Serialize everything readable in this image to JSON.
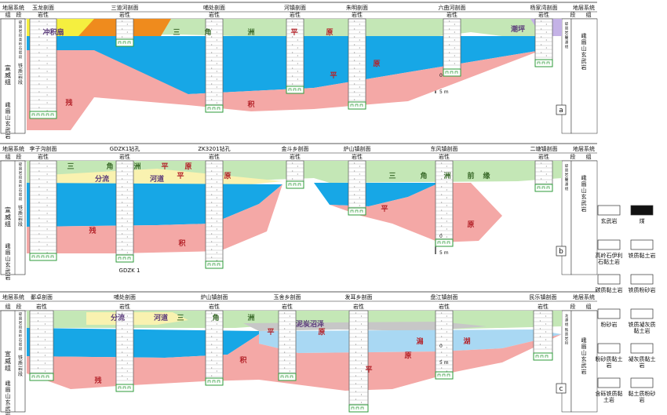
{
  "panels": [
    {
      "id": "a",
      "label": "a",
      "system_header": "地层系统",
      "duan_header": "段",
      "zu_header": "组",
      "lith_header": "岩性",
      "sections": [
        "玉龙剖面",
        "三道河剖面",
        "哺处剖面",
        "河镇剖面",
        "朱明剖面",
        "六曲河剖面",
        "杨家湾剖面"
      ],
      "formation_left": "宣威组",
      "formation_left_members": [
        "碎屑岩段",
        "高岭石岩段",
        "铁质岩段"
      ],
      "emeishan_left": "峨眉山玄武岩",
      "right_members": [
        "碎屑岩段",
        "龙潭组"
      ],
      "emeishan_right": "峨眉山玄武岩",
      "facies_words": [
        "冲积扇",
        "三",
        "角",
        "洲",
        "平",
        "原",
        "残",
        "积",
        "平",
        "原",
        "潮坪"
      ]
    },
    {
      "id": "b",
      "label": "b",
      "system_header": "地层系统",
      "duan_header": "段",
      "zu_header": "组",
      "lith_header": "岩性",
      "sections": [
        "李子沟剖面",
        "GDZK1钻孔",
        "ZK3201钻孔",
        "金斗乡剖面",
        "炉山镇剖面",
        "东风镇剖面",
        "二塘镇剖面"
      ],
      "formation_left": "宣威组",
      "formation_left_members": [
        "碎屑岩段",
        "高岭石岩段",
        "铁质岩段"
      ],
      "emeishan_left": "峨眉山玄武岩",
      "right_members": [
        "碎屑岩段",
        "龙潭组"
      ],
      "emeishan_right": "峨眉山玄武岩",
      "facies_words": [
        "三",
        "角",
        "洲",
        "平",
        "原",
        "分流",
        "河道",
        "平",
        "原",
        "三",
        "角",
        "洲",
        "前",
        "缘",
        "残",
        "积",
        "平",
        "原"
      ],
      "bore_label": "GDZK 1"
    },
    {
      "id": "c",
      "label": "c",
      "system_header": "地层系统",
      "duan_header": "段",
      "zu_header": "组",
      "lith_header": "岩性",
      "sections": [
        "鄱卓剖面",
        "哺处剖面",
        "炉山镇剖面",
        "玉舍乡剖面",
        "发耳乡剖面",
        "盘江镇剖面",
        "民乐镇剖面"
      ],
      "formation_left": "宣威组",
      "formation_left_members": [
        "碎屑岩段",
        "高岭石岩段",
        "铁质岩段"
      ],
      "emeishan_left": "峨眉山玄武岩",
      "right_members": [
        "龙潭组",
        "铁质岩段",
        "峨眉山玄武岩"
      ],
      "facies_words": [
        "分流",
        "河道",
        "三",
        "角",
        "洲",
        "泥炭沼泽",
        "平",
        "原",
        "残",
        "积",
        "平",
        "原",
        "潟",
        "湖"
      ]
    }
  ],
  "scale_label": "5 m",
  "scale_zero": "0",
  "legend": [
    {
      "key": "basalt",
      "label": "玄武岩"
    },
    {
      "key": "coal",
      "label": "煤"
    },
    {
      "key": "kaolinite",
      "label": "高岭石伊利石黏土岩"
    },
    {
      "key": "fe_clay",
      "label": "铁质黏土岩"
    },
    {
      "key": "carb_clay",
      "label": "碳质黏土岩"
    },
    {
      "key": "fe_silt",
      "label": "铁质粉砂岩"
    },
    {
      "key": "siltstone",
      "label": "粉砂岩"
    },
    {
      "key": "fe_tuff",
      "label": "铁质凝灰质黏土岩"
    },
    {
      "key": "silty_clay",
      "label": "粉砂质黏土岩"
    },
    {
      "key": "tuff_clay",
      "label": "凝灰质黏土岩"
    },
    {
      "key": "fe_bearing",
      "label": "含砾铁质黏土岩"
    },
    {
      "key": "clay_silt",
      "label": "黏土质粉砂岩"
    }
  ],
  "colors": {
    "delta": "#c4e7b6",
    "fan": "#f5ef3f",
    "orange": "#ef8b1d",
    "blue": "#17a7e6",
    "pink": "#f4a8a6",
    "lilac": "#c4b2e6",
    "cream": "#f9f2b0",
    "lightblue": "#a9d8f3",
    "peat": "#c7c7c7"
  }
}
